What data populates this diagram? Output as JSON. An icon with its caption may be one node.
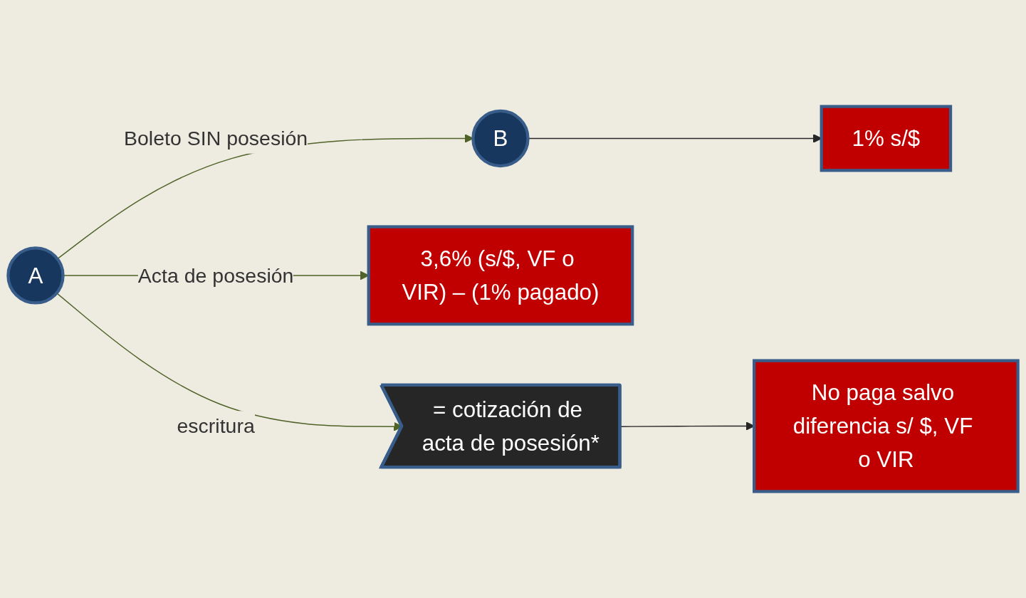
{
  "diagram": {
    "nodes": [
      {
        "text": [
          "A"
        ]
      },
      {
        "text": [
          "B"
        ]
      },
      {
        "text": [
          "1% s/$"
        ]
      },
      {
        "text": [
          "3,6% (s/$, VF o VIR) – (1% pagado)"
        ]
      },
      {
        "text": [
          "= cotización de acta de posesión*"
        ]
      },
      {
        "text": [
          "No paga salvo diferencia s/ $, VF o VIR"
        ]
      }
    ],
    "edges": [
      {
        "from": 0,
        "to": 1,
        "arrow": "to",
        "label": "Boleto SIN posesión",
        "color": "#4f6228"
      },
      {
        "from": 1,
        "to": 2,
        "arrow": "to",
        "color": "#262626"
      },
      {
        "from": 0,
        "to": 3,
        "arrow": "to",
        "label": "Acta de posesión",
        "color": "#4f6228"
      },
      {
        "from": 0,
        "to": 4,
        "arrow": "to",
        "label": "escritura",
        "color": "#4f6228"
      },
      {
        "from": 4,
        "to": 5,
        "arrow": "to",
        "color": "#262626"
      }
    ]
  }
}
